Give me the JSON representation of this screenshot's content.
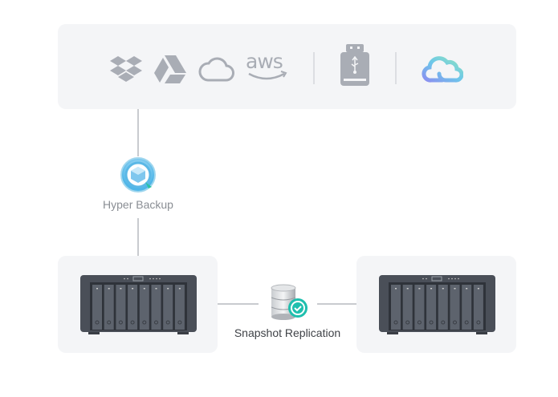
{
  "destinations": {
    "cloud_icons": [
      "dropbox-icon",
      "google-drive-icon",
      "cloud-icon",
      "aws-icon"
    ],
    "aws_text": "aws",
    "local_icon": "usb-drive-icon",
    "synology_icon": "synology-c2-cloud-icon"
  },
  "hyper_backup": {
    "label": "Hyper Backup",
    "icon": "hyper-backup-icon"
  },
  "snapshot_replication": {
    "label": "Snapshot Replication",
    "icon": "database-clock-icon"
  },
  "nas_bays": 8,
  "colors": {
    "icon_grey": "#a9adb5",
    "nas_body": "#4a4f58",
    "teal": "#1fbfae",
    "panel": "#f4f5f7",
    "line": "#c9cbcf"
  }
}
